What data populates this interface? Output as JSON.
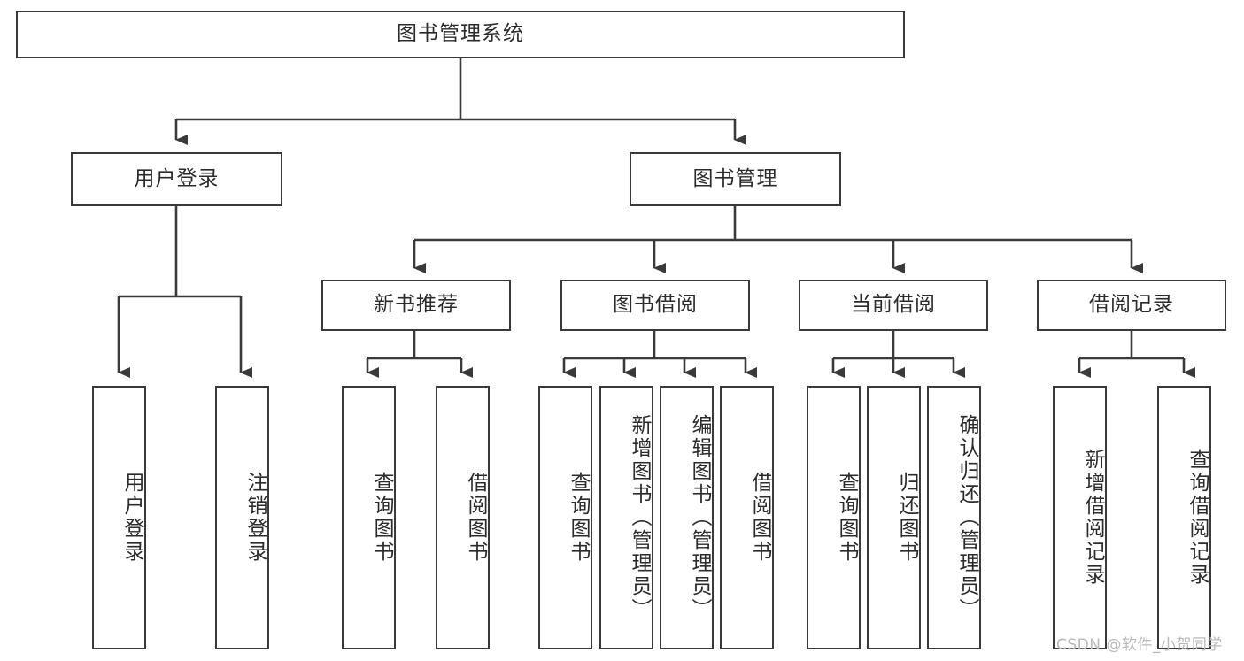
{
  "diagram": {
    "type": "tree",
    "title": "图书管理系统",
    "root": {
      "id": "root",
      "label": "图书管理系统",
      "orientation": "horizontal"
    },
    "level2": [
      {
        "id": "user-login",
        "label": "用户登录",
        "orientation": "horizontal"
      },
      {
        "id": "book-manage",
        "label": "图书管理",
        "orientation": "horizontal"
      }
    ],
    "level3": [
      {
        "id": "new-book-recommend",
        "label": "新书推荐",
        "orientation": "horizontal",
        "parent": "book-manage"
      },
      {
        "id": "book-borrow",
        "label": "图书借阅",
        "orientation": "horizontal",
        "parent": "book-manage"
      },
      {
        "id": "current-borrow",
        "label": "当前借阅",
        "orientation": "horizontal",
        "parent": "book-manage"
      },
      {
        "id": "borrow-record",
        "label": "借阅记录",
        "orientation": "horizontal",
        "parent": "book-manage"
      }
    ],
    "leaves": [
      {
        "id": "leaf-user-login",
        "label": "用户登录",
        "parent": "user-login"
      },
      {
        "id": "leaf-logout-login",
        "label": "注销登录",
        "parent": "user-login"
      },
      {
        "id": "leaf-query-book-1",
        "label": "查询图书",
        "parent": "new-book-recommend"
      },
      {
        "id": "leaf-borrow-book-1",
        "label": "借阅图书",
        "parent": "new-book-recommend"
      },
      {
        "id": "leaf-query-book-2",
        "label": "查询图书",
        "parent": "book-borrow"
      },
      {
        "id": "leaf-add-book",
        "label": "新增图书（管理员）",
        "parent": "book-borrow"
      },
      {
        "id": "leaf-edit-book",
        "label": "编辑图书（管理员）",
        "parent": "book-borrow"
      },
      {
        "id": "leaf-borrow-book-2",
        "label": "借阅图书",
        "parent": "book-borrow"
      },
      {
        "id": "leaf-query-book-3",
        "label": "查询图书",
        "parent": "current-borrow"
      },
      {
        "id": "leaf-return-book",
        "label": "归还图书",
        "parent": "current-borrow"
      },
      {
        "id": "leaf-confirm-return",
        "label": "确认归还（管理员）",
        "parent": "current-borrow"
      },
      {
        "id": "leaf-add-record",
        "label": "新增借阅记录",
        "parent": "borrow-record"
      },
      {
        "id": "leaf-query-record",
        "label": "查询借阅记录",
        "parent": "borrow-record"
      }
    ]
  },
  "watermark": {
    "text": "CSDN @软件_小贺同学"
  },
  "colors": {
    "stroke": "#3a3a3a",
    "text": "#2b2b2b",
    "background": "#ffffff",
    "watermark": "#b9b9b9"
  }
}
